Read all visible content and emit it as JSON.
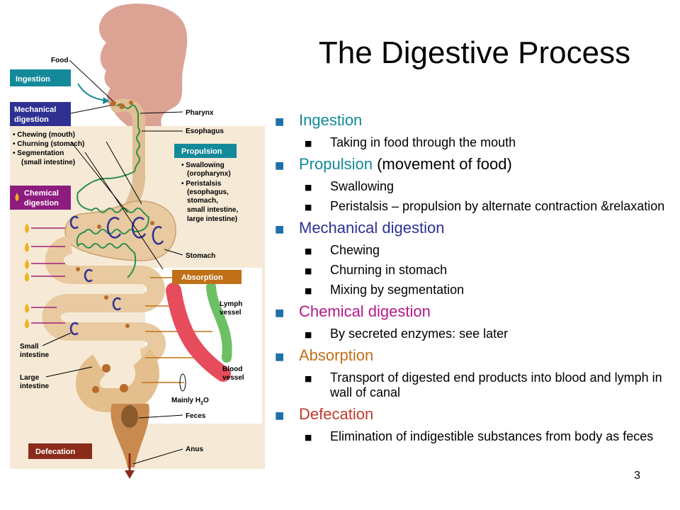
{
  "title": "The Digestive Process",
  "page_number": "3",
  "colors": {
    "ingestion": "#14899a",
    "propulsion": "#14899a",
    "mechanical": "#2e3192",
    "chemical": "#b5198a",
    "absorption": "#c07018",
    "defecation": "#c0392b",
    "tract_fill": "#e8c9a0",
    "body_fill": "#f6ead6"
  },
  "bullets": [
    {
      "label": "Ingestion",
      "color": "#14899a",
      "subs": [
        "Taking in food through the mouth"
      ]
    },
    {
      "label": "Propulsion",
      "suffix": " (movement of food)",
      "color": "#14899a",
      "subs": [
        "Swallowing",
        " Peristalsis – propulsion by alternate contraction &relaxation"
      ]
    },
    {
      "label": "Mechanical digestion",
      "color": "#2e3192",
      "subs": [
        "Chewing",
        "Churning in stomach",
        "Mixing by segmentation"
      ]
    },
    {
      "label": "Chemical digestion",
      "color": "#b5198a",
      "subs": [
        "By secreted enzymes: see later"
      ]
    },
    {
      "label": "Absorption",
      "color": "#c07018",
      "subs": [
        "Transport of digested end products into blood and lymph in wall of canal"
      ]
    },
    {
      "label": "Defecation",
      "color": "#c0392b",
      "subs": [
        "Elimination of indigestible substances from body as feces"
      ]
    }
  ],
  "figure": {
    "boxes": {
      "ingestion": "Ingestion",
      "mechanical": [
        "Mechanical",
        "digestion"
      ],
      "propulsion": "Propulsion",
      "chemical": [
        "Chemical",
        "digestion"
      ],
      "absorption": "Absorption",
      "defecation": "Defecation"
    },
    "mechanical_list": [
      "• Chewing (mouth)",
      "• Churning (stomach)",
      "• Segmentation",
      "(small intestine)"
    ],
    "propulsion_list": [
      "• Swallowing",
      "(oropharynx)",
      "• Peristalsis",
      "(esophagus,",
      "stomach,",
      "small intestine,",
      "large intestine)"
    ],
    "labels": {
      "food": "Food",
      "pharynx": "Pharynx",
      "esophagus": "Esophagus",
      "stomach": "Stomach",
      "lymph": [
        "Lymph",
        "vessel"
      ],
      "small_intestine": [
        "Small",
        "intestine"
      ],
      "large_intestine": [
        "Large",
        "intestine"
      ],
      "blood": [
        "Blood",
        "vessel"
      ],
      "mainly_h2o": "Mainly H",
      "h2o_sub": "2",
      "h2o_o": "O",
      "feces": "Feces",
      "anus": "Anus"
    }
  }
}
